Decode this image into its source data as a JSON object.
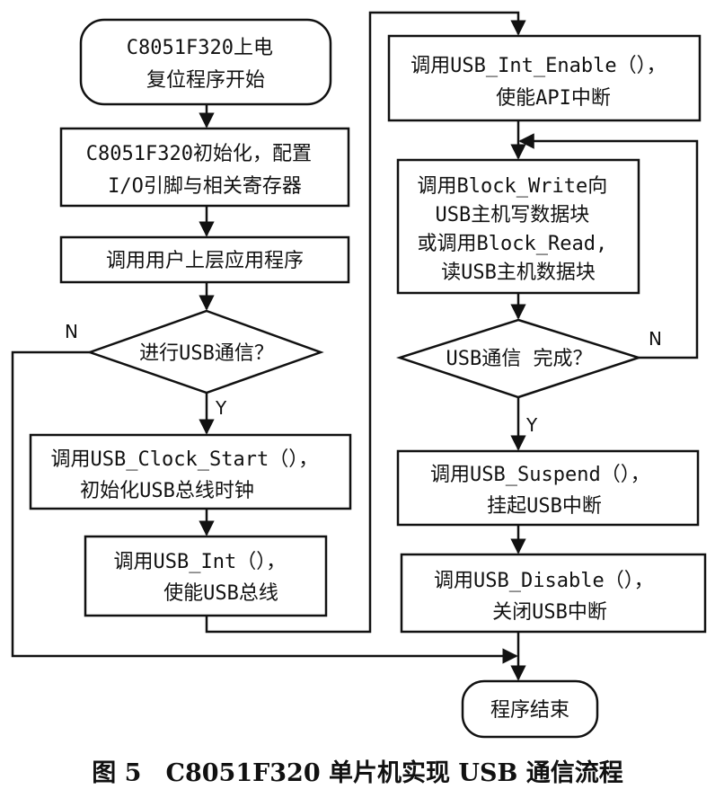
{
  "nodes": {
    "start": [
      "C8051F320上电",
      "复位程序开始"
    ],
    "init": [
      "C8051F320初始化，配置",
      "I/O引脚与相关寄存器"
    ],
    "call_app": [
      "调用用户上层应用程序"
    ],
    "decision_usb": [
      "进行USB通信？"
    ],
    "clock_start": [
      "调用USB_Clock_Start（），",
      "初始化USB总线时钟"
    ],
    "usb_int": [
      "调用USB_Int（），",
      "使能USB总线"
    ],
    "int_enable": [
      "调用USB_Int_Enable（），",
      "使能API中断"
    ],
    "block_rw": [
      "调用Block_Write向",
      "USB主机写数据块",
      "或调用Block_Read,",
      "读USB主机数据块"
    ],
    "decision_done": [
      "USB通信 完成？"
    ],
    "suspend": [
      "调用USB_Suspend（），",
      "挂起USB中断"
    ],
    "disable": [
      "调用USB_Disable（），",
      "关闭USB中断"
    ],
    "end": [
      "程序结束"
    ]
  },
  "edge_labels": {
    "usb_no": "N",
    "usb_yes": "Y",
    "done_no": "N",
    "done_yes": "Y"
  },
  "caption": "图 5　C8051F320 单片机实现 USB 通信流程"
}
